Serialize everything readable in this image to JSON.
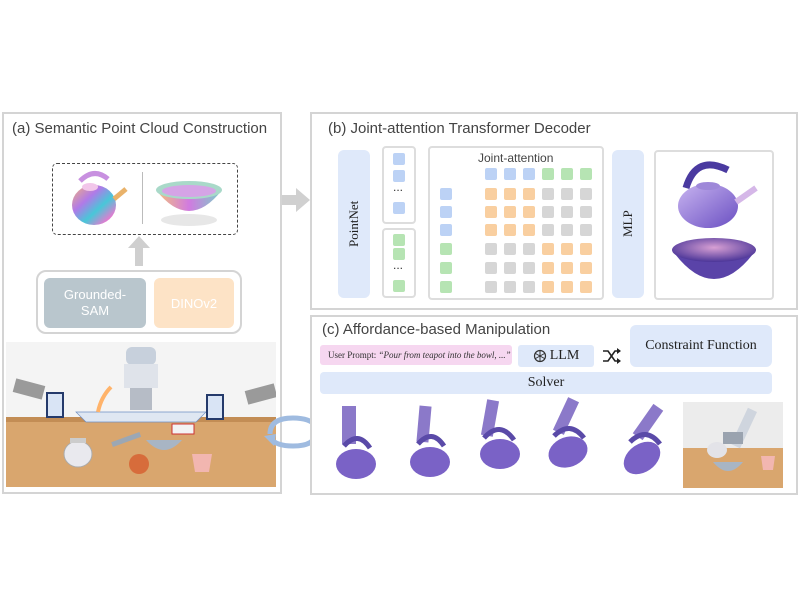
{
  "panels": {
    "a": {
      "title": "(a) Semantic Point Cloud Construction",
      "grounded_sam": "Grounded-\nSAM",
      "dinov2": "DINOv2"
    },
    "b": {
      "title": "(b) Joint-attention Transformer Decoder",
      "pointnet": "PointNet",
      "ellipsis_top": "...",
      "ellipsis_bottom": "...",
      "joint_attention": "Joint-attention",
      "mlp": "MLP"
    },
    "c": {
      "title": "(c) Affordance-based Manipulation",
      "user_prompt_label": "User Prompt: ",
      "user_prompt_text": "“Pour from teapot into the bowl, ...”",
      "llm": "LLM",
      "constraint_function": "Constraint Function",
      "solver": "Solver"
    }
  },
  "colors": {
    "blue": "#dfe9fa",
    "orange": "#fde3c6",
    "gray": "#b9c6cd",
    "pink": "#f6d7f0",
    "purple": "#7e63c8"
  },
  "icons": [
    "arrow-up-icon",
    "arrow-right-icon",
    "cycle-arrows-icon",
    "llm-logo-icon",
    "shuffle-icon",
    "camera-icon"
  ]
}
